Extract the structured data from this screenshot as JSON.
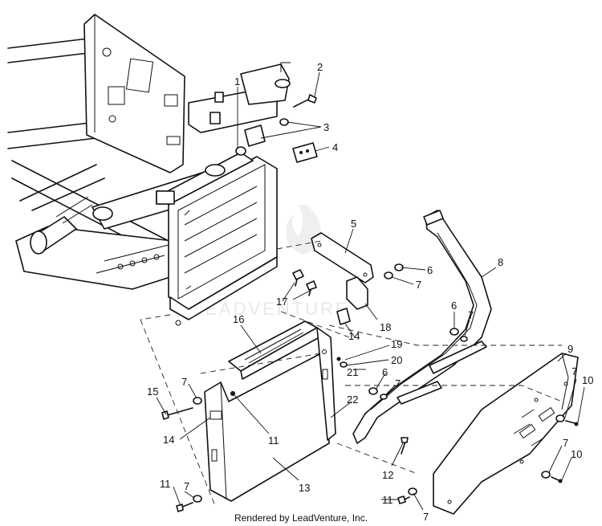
{
  "footer_text": "Rendered by LeadVenture, Inc.",
  "watermark_text": "LEADVENTURE",
  "callouts": [
    "1",
    "2",
    "3",
    "4",
    "5",
    "6",
    "7",
    "8",
    "6",
    "7",
    "16",
    "17",
    "18",
    "14",
    "19",
    "20",
    "21",
    "6",
    "7",
    "9",
    "7",
    "10",
    "15",
    "7",
    "22",
    "14",
    "11",
    "13",
    "12",
    "7",
    "10",
    "11",
    "7",
    "11",
    "7"
  ]
}
